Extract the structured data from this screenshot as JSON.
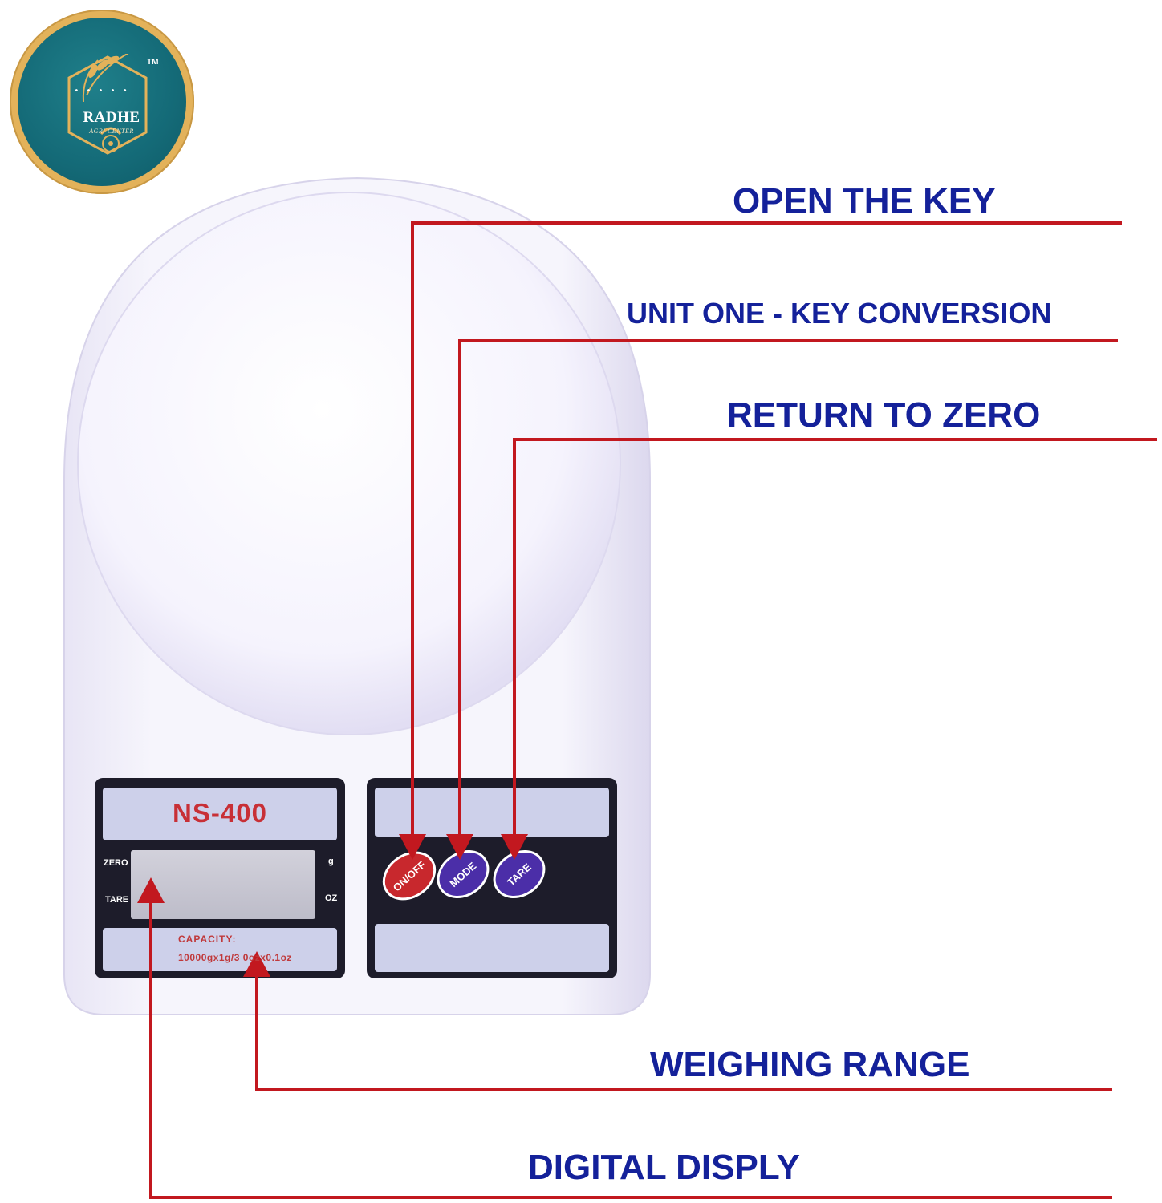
{
  "logo": {
    "brand": "RADHE",
    "subtitle": "AGRI CENTER",
    "trademark": "TM",
    "stars": "• • • • •",
    "icon": "wheat-icon"
  },
  "device": {
    "model": "NS-400",
    "display_left_top": "ZERO",
    "display_left_bottom": "TARE",
    "display_right_top": "g",
    "display_right_bottom": "OZ",
    "capacity_title": "CAPACITY:",
    "capacity_value": "10000gx1g/3  0ozx0.1oz",
    "buttons": [
      {
        "label": "ON/OFF",
        "color": "#c8282d"
      },
      {
        "label": "MODE",
        "color": "#4b2ea8"
      },
      {
        "label": "TARE",
        "color": "#4b2ea8"
      }
    ]
  },
  "callouts": {
    "open_key": "OPEN THE KEY",
    "unit_conversion": "UNIT ONE - KEY CONVERSION",
    "return_zero": "RETURN TO ZERO",
    "weighing_range": "WEIGHING RANGE",
    "digital_display": "DIGITAL DISPLY"
  },
  "colors": {
    "callout_text": "#14219a",
    "arrow_line": "#c2181f",
    "scale_body": "#f4f2fb",
    "panel_dark": "#1d1c2a"
  }
}
